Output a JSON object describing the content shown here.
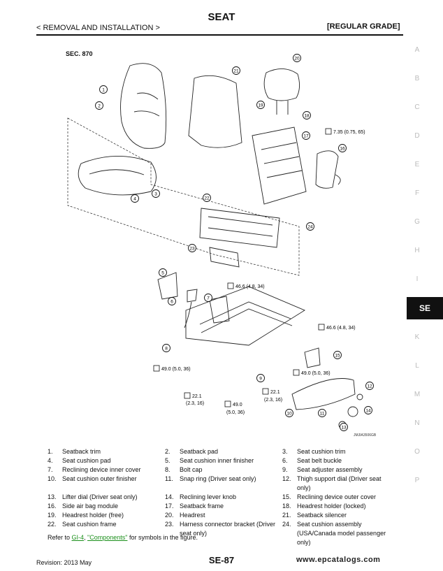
{
  "header": {
    "title": "SEAT",
    "subtitle_left": "< REMOVAL AND INSTALLATION >",
    "subtitle_right": "[REGULAR GRADE]"
  },
  "side_index": [
    "A",
    "B",
    "C",
    "D",
    "E",
    "F",
    "G",
    "H",
    "I",
    "SE",
    "K",
    "L",
    "M",
    "N",
    "O",
    "P"
  ],
  "active_index": "SE",
  "figure": {
    "section_label": "SEC. 870",
    "code": "JMJIA3506GB",
    "callouts": [
      "1",
      "2",
      "3",
      "4",
      "5",
      "6",
      "7",
      "8",
      "9",
      "10",
      "11",
      "12",
      "13",
      "14",
      "15",
      "16",
      "17",
      "18",
      "19",
      "20",
      "21",
      "22",
      "23",
      "24"
    ],
    "torques": [
      {
        "value": "7.35 (0.75, 65)"
      },
      {
        "value": "46.6 (4.8, 34)"
      },
      {
        "value": "46.6 (4.8, 34)"
      },
      {
        "value": "49.0 (5.0, 36)"
      },
      {
        "value": "49.0 (5.0, 36)"
      },
      {
        "value": "22.1"
      },
      {
        "value": "(2.3, 16)"
      },
      {
        "value": "22.1"
      },
      {
        "value": "(2.3, 16)"
      },
      {
        "value": "49.0"
      },
      {
        "value": "(5.0, 36)"
      }
    ]
  },
  "legend": [
    {
      "num": "1.",
      "text": "Seatback trim"
    },
    {
      "num": "2.",
      "text": "Seatback pad"
    },
    {
      "num": "3.",
      "text": "Seat cushion trim"
    },
    {
      "num": "4.",
      "text": "Seat cushion pad"
    },
    {
      "num": "5.",
      "text": "Seat cushion inner finisher"
    },
    {
      "num": "6.",
      "text": "Seat belt buckle"
    },
    {
      "num": "7.",
      "text": "Reclining device inner cover"
    },
    {
      "num": "8.",
      "text": "Bolt cap"
    },
    {
      "num": "9.",
      "text": "Seat adjuster assembly"
    },
    {
      "num": "10.",
      "text": "Seat cushion outer finisher"
    },
    {
      "num": "11.",
      "text": "Snap ring (Driver seat only)"
    },
    {
      "num": "12.",
      "text": "Thigh support dial (Driver seat only)"
    },
    {
      "num": "13.",
      "text": "Lifter dial (Driver seat only)"
    },
    {
      "num": "14.",
      "text": "Reclining lever knob"
    },
    {
      "num": "15.",
      "text": "Reclining device outer cover"
    },
    {
      "num": "16.",
      "text": "Side air bag module"
    },
    {
      "num": "17.",
      "text": "Seatback frame"
    },
    {
      "num": "18.",
      "text": "Headrest holder (locked)"
    },
    {
      "num": "19.",
      "text": "Headrest holder (free)"
    },
    {
      "num": "20.",
      "text": "Headrest"
    },
    {
      "num": "21.",
      "text": "Seatback silencer"
    },
    {
      "num": "22.",
      "text": "Seat cushion frame"
    },
    {
      "num": "23.",
      "text": "Harness connector bracket (Driver seat only)"
    },
    {
      "num": "24.",
      "text": "Seat cushion assembly (USA/Canada model passenger only)"
    }
  ],
  "refer": {
    "prefix": "Refer to ",
    "link1": "GI-4",
    "sep": ", ",
    "link2": "\"Components\"",
    "suffix": " for symbols in the figure."
  },
  "footer": {
    "revision": "Revision: 2013 May",
    "page": "SE-87",
    "watermark": "www.epcatalogs.com"
  }
}
